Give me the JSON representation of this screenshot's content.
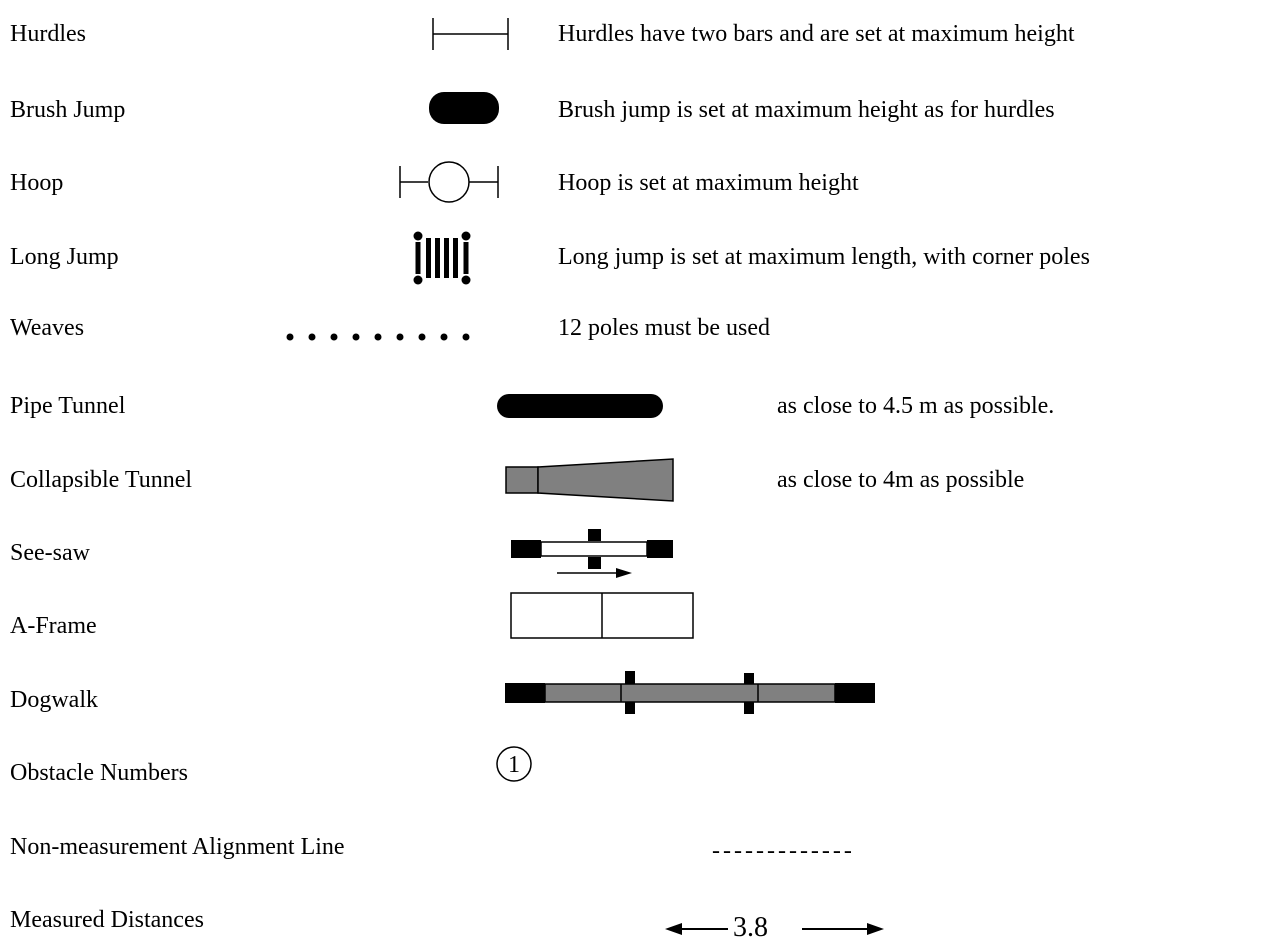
{
  "legend": {
    "hurdles": {
      "label": "Hurdles",
      "description": "Hurdles have two bars and are set at maximum height",
      "icon": "hurdle-icon"
    },
    "brush_jump": {
      "label": "Brush Jump",
      "description": "Brush jump is set at maximum height as for hurdles",
      "icon": "brush-jump-icon"
    },
    "hoop": {
      "label": "Hoop",
      "description": "Hoop is set at maximum height",
      "icon": "hoop-icon"
    },
    "long_jump": {
      "label": "Long Jump",
      "description": "Long jump is set at maximum length, with corner poles",
      "icon": "long-jump-icon"
    },
    "weaves": {
      "label": "Weaves",
      "description": "12 poles must be used",
      "icon": "weave-poles-icon"
    },
    "pipe_tunnel": {
      "label": "Pipe Tunnel",
      "description": "as close to 4.5 m as possible.",
      "icon": "pipe-tunnel-icon"
    },
    "collapsible_tunnel": {
      "label": "Collapsible Tunnel",
      "description": "as close to 4m as possible",
      "icon": "collapsible-tunnel-icon"
    },
    "see_saw": {
      "label": "See-saw",
      "icon": "see-saw-icon"
    },
    "a_frame": {
      "label": "A-Frame",
      "icon": "a-frame-icon"
    },
    "dogwalk": {
      "label": "Dogwalk",
      "icon": "dogwalk-icon"
    },
    "obstacle_numbers": {
      "label": "Obstacle Numbers",
      "symbol": "①",
      "icon": "obstacle-number-icon"
    },
    "alignment_line": {
      "label": "Non-measurement Alignment Line",
      "symbol": "-------------",
      "icon": "dashed-line-icon"
    },
    "measured_distances": {
      "label": "Measured Distances",
      "value": "3.8",
      "icon": "double-arrow-icon"
    }
  },
  "colors": {
    "ink": "#000000",
    "tunnel_grey": "#808080",
    "background": "#ffffff"
  }
}
